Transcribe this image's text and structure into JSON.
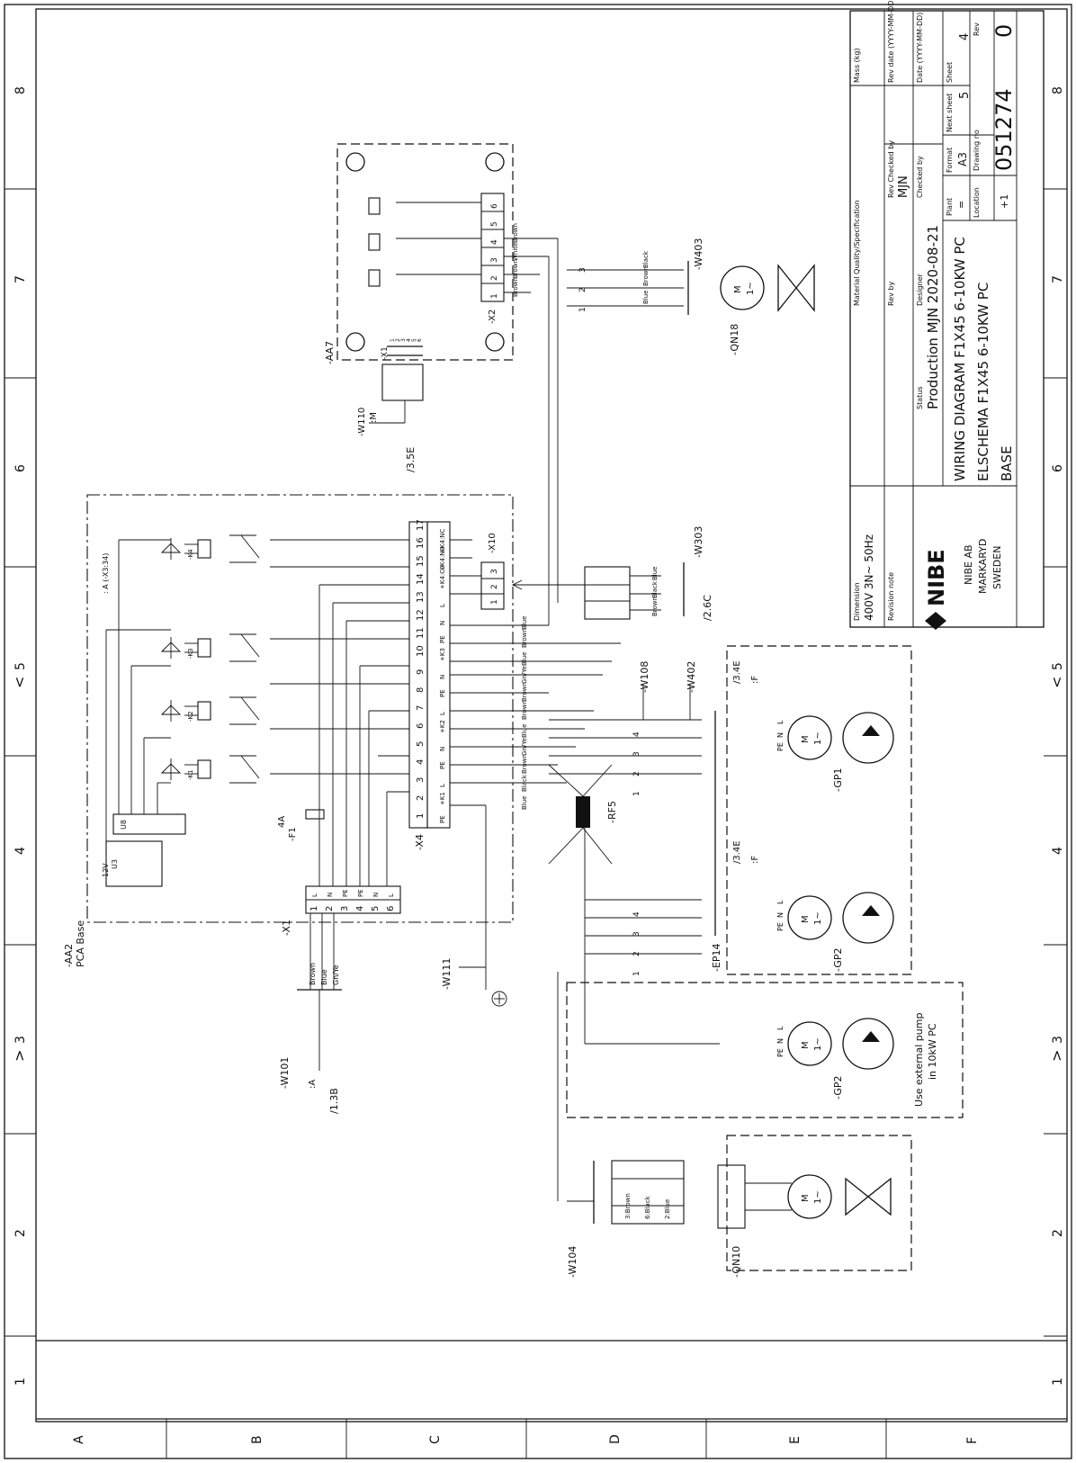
{
  "sheet": {
    "row_labels": [
      "A",
      "B",
      "C",
      "D",
      "E",
      "F"
    ],
    "column_labels": [
      "1",
      "2",
      "3",
      "4",
      "5",
      "6",
      "7",
      "8"
    ]
  },
  "title_block": {
    "mass_label": "Mass (kg)",
    "material_label": "Material Quality/Specification",
    "dimension_label": "Dimension",
    "dimension_value": "400V 3N~ 50Hz",
    "revision_note_label": "Revision note",
    "rev_by_label": "Rev by",
    "rev_checked_by_label": "Rev Checked by",
    "rev_checked_by_value": "MJN",
    "rev_date_label": "Rev date (YYYY-MM-DD)",
    "designer_label": "Designer",
    "checked_by_label": "Checked by",
    "date_label": "Date (YYYY-MM-DD)",
    "status_label": "Status",
    "status_value": "Production MJN 2020-08-21",
    "title_1": "WIRING DIAGRAM F1X45 6-10KW PC",
    "title_2": "ELSCHEMA F1X45 6-10KW PC",
    "title_3": "BASE",
    "company_logo": "NIBE",
    "company_name": "NIBE AB",
    "company_city": "MARKARYD",
    "company_country": "SWEDEN",
    "plant_label": "Plant",
    "plant_value": "=",
    "format_label": "Format",
    "format_value": "A3",
    "next_sheet_label": "Next sheet",
    "next_sheet_value": "5",
    "sheet_label": "Sheet",
    "sheet_value": "4",
    "location_label": "Location",
    "location_value": "+1",
    "drawing_no_label": "Drawing no",
    "drawing_no_value": "051274",
    "rev_label": "Rev",
    "rev_value": "0"
  },
  "components": {
    "aa2": "-AA2",
    "aa2_sub": "PCA Base",
    "aa7": "-AA7",
    "x1": "-X1",
    "x2": "-X2",
    "x4": "-X4",
    "x10": "-X10",
    "f1": "-F1",
    "f1_rating": "4A",
    "rf5": "-RF5",
    "qn18": "-QN18",
    "qn10": "-QN10",
    "gp1": "-GP1",
    "gp2": "-GP2",
    "gp2b": "-GP2",
    "ep14": "-EP14",
    "u8": "U8",
    "u3": "U3",
    "twelve_v": "12V",
    "k1": "-K1",
    "k2": "-K2",
    "k3": "-K3",
    "k4": "-K4",
    "xsub": ": A (-X3:34)",
    "ext_pump_note_1": "Use external pump",
    "ext_pump_note_2": "in 10kW PC"
  },
  "cables": {
    "w101": "-W101",
    "w111": "-W111",
    "w104": "-W104",
    "w108": "-W108",
    "w402": "-W402",
    "w403": "-W403",
    "w303": "-W303",
    "w110": "-W110"
  },
  "references": {
    "ref_1_3b": "/1.3B",
    "ref_a": ":A",
    "ref_3_5e": "/3.5E",
    "ref_m": ":M",
    "ref_2_6c": "/2.6C",
    "ref_3_4e_a": "/3.4E",
    "ref_3_4e_b": "/3.4E",
    "ref_f_a": ":F",
    "ref_f_b": ":F"
  },
  "terminals": {
    "x1_pins": [
      "1",
      "2",
      "3",
      "4",
      "5",
      "6"
    ],
    "x1_signals": [
      "L",
      "N",
      "PE",
      "PE",
      "N",
      "L"
    ],
    "x4_pins": [
      "1",
      "2",
      "3",
      "4",
      "5",
      "6",
      "7",
      "8",
      "9",
      "10",
      "11",
      "12",
      "13",
      "14",
      "15",
      "16",
      "17"
    ],
    "x4_signals": [
      "PE",
      "+K1",
      "L",
      "PE",
      "N",
      "+K2",
      "L",
      "PE",
      "N",
      "+K3",
      "PE",
      "N",
      "L",
      "+K4:C0",
      "+K4:N0",
      "+K4:NC"
    ],
    "x10_pins": [
      "1",
      "2",
      "3"
    ],
    "x2_pins": [
      "1",
      "2",
      "3",
      "4",
      "5",
      "6"
    ],
    "x1_aa7_pins": [
      "1",
      "2",
      "3",
      "4",
      "5",
      "6"
    ],
    "relay_pins": [
      "1",
      "2",
      "3",
      "4",
      "5"
    ],
    "motor_pins": [
      "L",
      "N",
      "PE"
    ],
    "connector_pins": [
      "1",
      "2",
      "3",
      "4"
    ],
    "valve_pins": [
      "1",
      "2",
      "3"
    ]
  },
  "wire_colors": {
    "x1_wires": [
      "Brown",
      "Blue",
      "Gn/Ye"
    ],
    "x4_wires": [
      "Blue",
      "Black",
      "Brown",
      "Gn/Ye",
      "Blue",
      "Brown",
      "Brown",
      "Gn/Ye",
      "Blue",
      "Brown",
      "Blue"
    ],
    "w303_wires": [
      "Brown",
      "Black",
      "Blue"
    ],
    "w403_wires": [
      "Black",
      "Brown",
      "Blue"
    ],
    "x2_wires": [
      "Brown",
      "Brown",
      "White",
      "Brown"
    ],
    "qn10_wires": [
      "3:Brown",
      "6:Black",
      "2:Blue"
    ]
  },
  "motor_symbol": {
    "m": "M",
    "ac": "1~"
  }
}
